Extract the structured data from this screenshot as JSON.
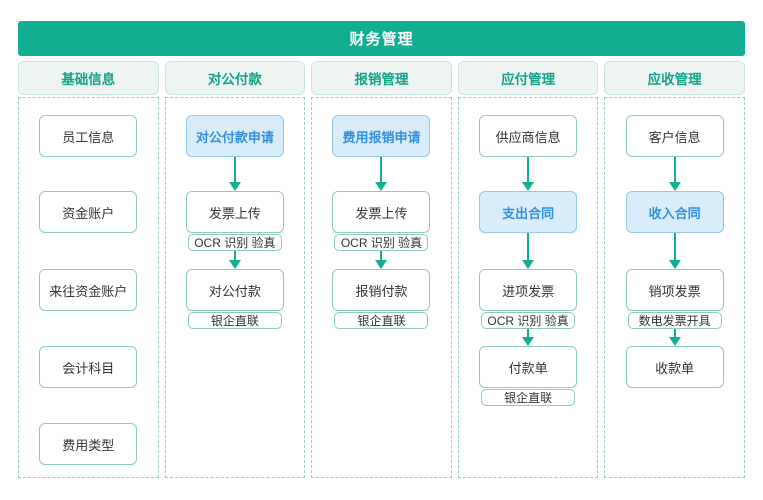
{
  "title": "财务管理",
  "colors": {
    "accent": "#12ad93",
    "box_border": "#8ecabd",
    "dashed_border": "#93d2c2",
    "header_bg": "#eef4f1",
    "header_border": "#c9e7df",
    "header_text": "#14a28a",
    "hl_bg": "#d9ecfa",
    "hl_border": "#93c9ee",
    "hl_text": "#3390dd",
    "text": "#333333"
  },
  "columns": [
    {
      "header": "基础信息",
      "nodes": [
        {
          "label": "员工信息"
        },
        {
          "label": "资金账户"
        },
        {
          "label": "来往资金账户"
        },
        {
          "label": "会计科目"
        },
        {
          "label": "费用类型"
        }
      ]
    },
    {
      "header": "对公付款",
      "nodes": [
        {
          "label": "对公付款申请",
          "highlight": true
        },
        {
          "label": "发票上传",
          "sub": "OCR 识别 验真"
        },
        {
          "label": "对公付款",
          "sub": "银企直联"
        }
      ]
    },
    {
      "header": "报销管理",
      "nodes": [
        {
          "label": "费用报销申请",
          "highlight": true
        },
        {
          "label": "发票上传",
          "sub": "OCR 识别 验真"
        },
        {
          "label": "报销付款",
          "sub": "银企直联"
        }
      ]
    },
    {
      "header": "应付管理",
      "nodes": [
        {
          "label": "供应商信息"
        },
        {
          "label": "支出合同",
          "highlight": true
        },
        {
          "label": "进项发票",
          "sub": "OCR 识别 验真"
        },
        {
          "label": "付款单",
          "sub": "银企直联"
        }
      ]
    },
    {
      "header": "应收管理",
      "nodes": [
        {
          "label": "客户信息"
        },
        {
          "label": "收入合同",
          "highlight": true
        },
        {
          "label": "销项发票",
          "sub": "数电发票开具"
        },
        {
          "label": "收款单"
        }
      ]
    }
  ]
}
